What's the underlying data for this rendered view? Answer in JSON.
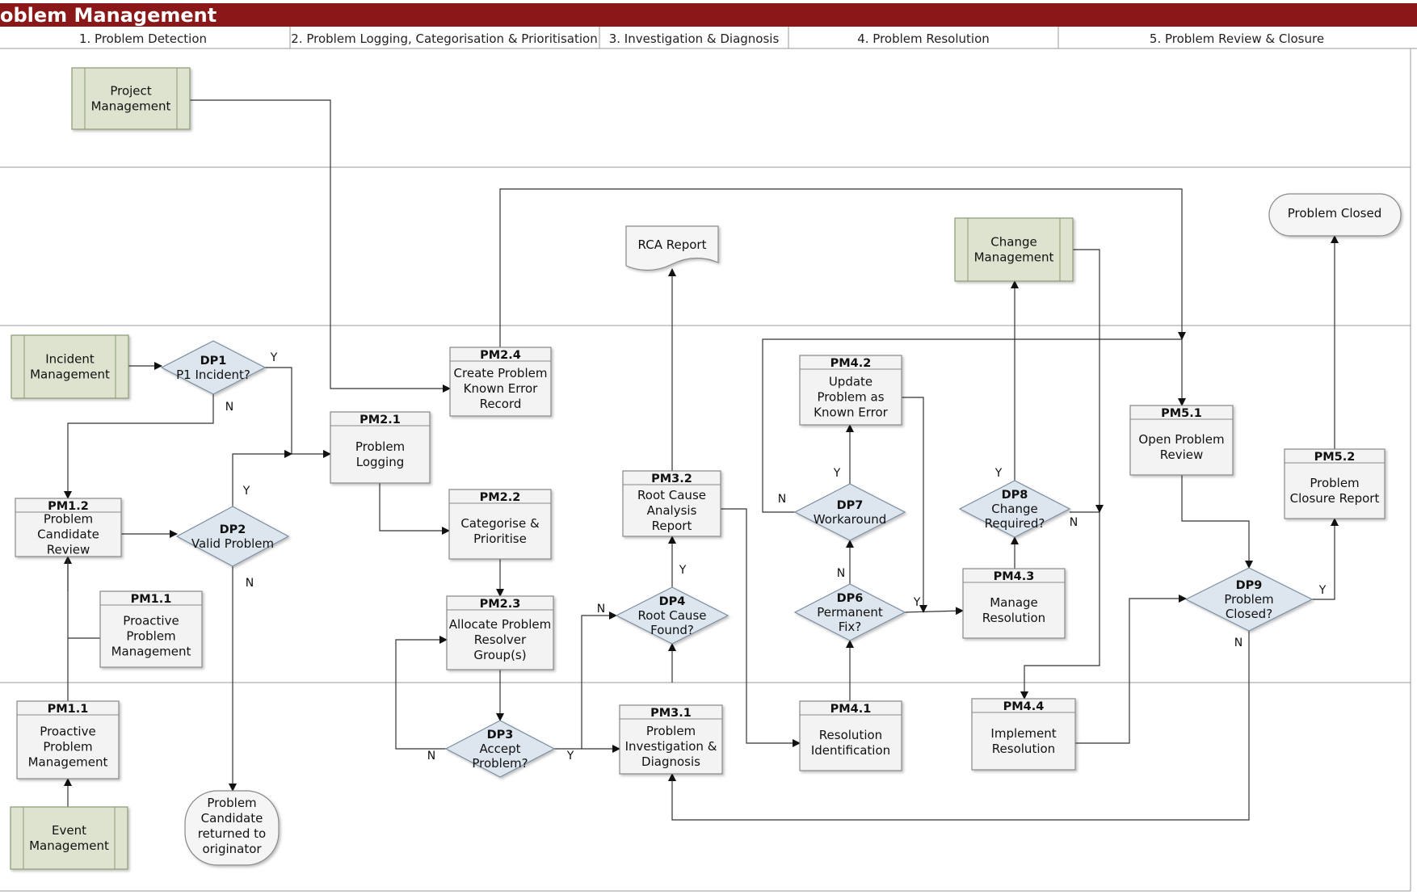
{
  "header": {
    "title": "oblem Management",
    "phases": [
      "1. Problem Detection",
      "2. Problem Logging, Categorisation & Prioritisation",
      "3. Investigation & Diagnosis",
      "4. Problem Resolution",
      "5. Problem Review & Closure"
    ]
  },
  "colors": {
    "header": "#8b1818",
    "external": "#dde3cf",
    "decision": "#dde6ee",
    "process": "#f3f3f3"
  },
  "externals": {
    "project_mgmt": [
      "Project",
      "Management"
    ],
    "incident_mgmt": [
      "Incident",
      "Management"
    ],
    "event_mgmt": [
      "Event",
      "Management"
    ],
    "change_mgmt": [
      "Change",
      "Management"
    ]
  },
  "processes": {
    "pm11_top": {
      "id": "PM1.1",
      "lines": [
        "Proactive",
        "Problem",
        "Management"
      ]
    },
    "pm11_bottom": {
      "id": "PM1.1",
      "lines": [
        "Proactive",
        "Problem",
        "Management"
      ]
    },
    "pm12": {
      "id": "PM1.2",
      "lines": [
        "Problem",
        "Candidate",
        "Review"
      ]
    },
    "pm21": {
      "id": "PM2.1",
      "lines": [
        "Problem",
        "Logging"
      ]
    },
    "pm22": {
      "id": "PM2.2",
      "lines": [
        "Categorise &",
        "Prioritise"
      ]
    },
    "pm23": {
      "id": "PM2.3",
      "lines": [
        "Allocate Problem",
        "Resolver",
        "Group(s)"
      ]
    },
    "pm24": {
      "id": "PM2.4",
      "lines": [
        "Create Problem",
        "Known Error",
        "Record"
      ]
    },
    "pm31": {
      "id": "PM3.1",
      "lines": [
        "Problem",
        "Investigation &",
        "Diagnosis"
      ]
    },
    "pm32": {
      "id": "PM3.2",
      "lines": [
        "Root Cause",
        "Analysis",
        "Report"
      ]
    },
    "pm41": {
      "id": "PM4.1",
      "lines": [
        "Resolution",
        "Identification"
      ]
    },
    "pm42": {
      "id": "PM4.2",
      "lines": [
        "Update",
        "Problem as",
        "Known Error"
      ]
    },
    "pm43": {
      "id": "PM4.3",
      "lines": [
        "Manage",
        "Resolution"
      ]
    },
    "pm44": {
      "id": "PM4.4",
      "lines": [
        "Implement",
        "Resolution"
      ]
    },
    "pm51": {
      "id": "PM5.1",
      "lines": [
        "Open Problem",
        "Review"
      ]
    },
    "pm52": {
      "id": "PM5.2",
      "lines": [
        "Problem",
        "Closure Report"
      ]
    }
  },
  "decisions": {
    "dp1": {
      "id": "DP1",
      "lines": [
        "P1 Incident?"
      ]
    },
    "dp2": {
      "id": "DP2",
      "lines": [
        "Valid Problem"
      ]
    },
    "dp3": {
      "id": "DP3",
      "lines": [
        "Accept",
        "Problem?"
      ]
    },
    "dp4": {
      "id": "DP4",
      "lines": [
        "Root Cause",
        "Found?"
      ]
    },
    "dp6": {
      "id": "DP6",
      "lines": [
        "Permanent",
        "Fix?"
      ]
    },
    "dp7": {
      "id": "DP7",
      "lines": [
        "Workaround"
      ]
    },
    "dp8": {
      "id": "DP8",
      "lines": [
        "Change",
        "Required?"
      ]
    },
    "dp9": {
      "id": "DP9",
      "lines": [
        "Problem",
        "Closed?"
      ]
    }
  },
  "documents": {
    "rca_report": "RCA Report"
  },
  "terminators": {
    "problem_closed": [
      "Problem Closed"
    ],
    "returned": [
      "Problem",
      "Candidate",
      "returned to",
      "originator"
    ]
  },
  "branch_labels": {
    "yes": "Y",
    "no": "N"
  }
}
